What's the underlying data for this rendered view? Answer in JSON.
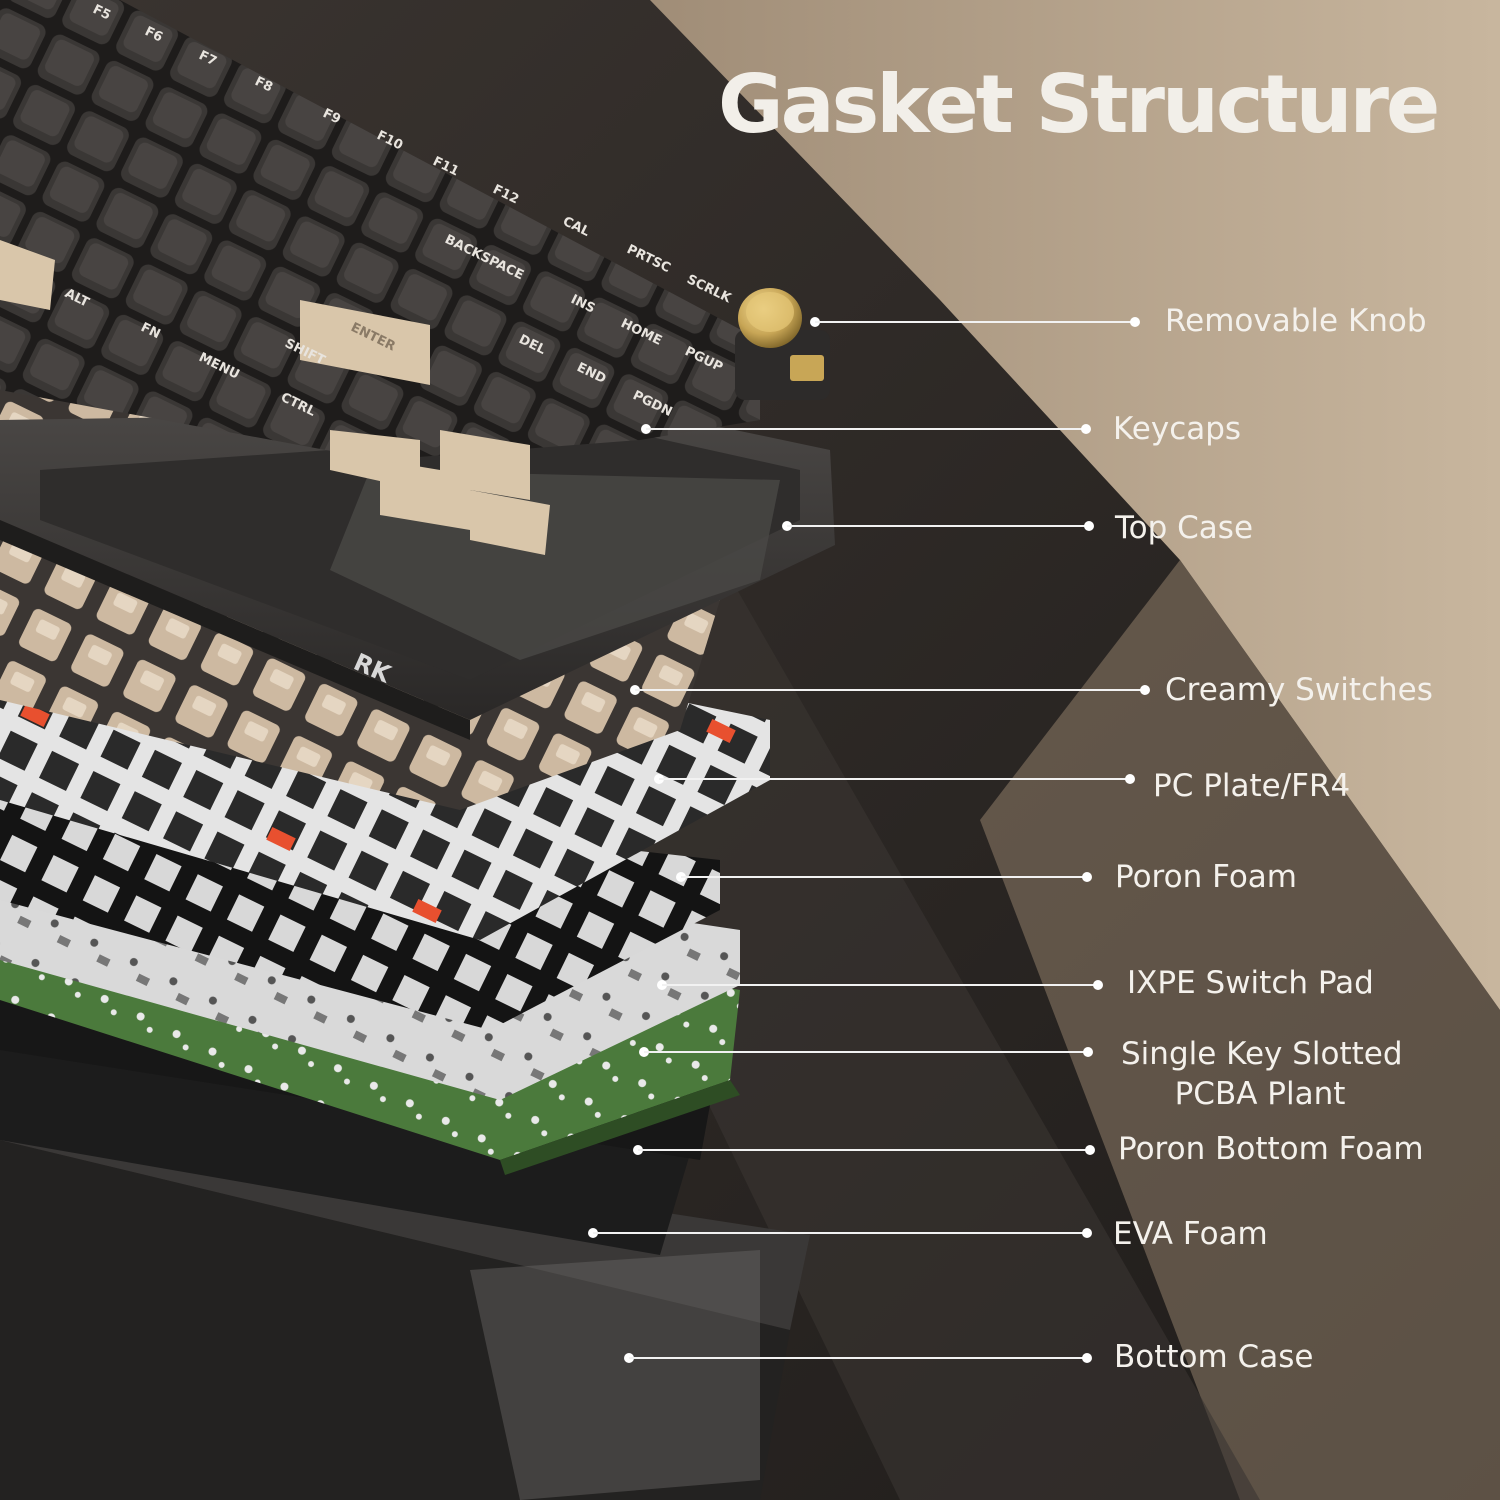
{
  "title": "Gasket Structure",
  "colors": {
    "background_dark": "#2b2724",
    "background_beige": "#b8a48c",
    "keycap_dark": "#2e2c2b",
    "keycap_cream": "#d9c6aa",
    "switch_cream": "#d6c3ab",
    "plate_white": "#e6e6e6",
    "pcb_green": "#4b7a3c",
    "foam_black": "#1a1a1a",
    "accent_red": "#e8502f",
    "knob_gold": "#c8a656",
    "text": "#f4f1ec"
  },
  "brand_mark": "RK",
  "layers": [
    {
      "name": "Removable Knob"
    },
    {
      "name": "Keycaps"
    },
    {
      "name": "Top Case"
    },
    {
      "name": "Creamy Switches"
    },
    {
      "name": "PC Plate/FR4"
    },
    {
      "name": "Poron Foam"
    },
    {
      "name": "IXPE Switch Pad"
    },
    {
      "name": "Single Key Slotted",
      "name_line2": "PCBA Plant"
    },
    {
      "name": "Poron Bottom Foam"
    },
    {
      "name": "EVA Foam"
    },
    {
      "name": "Bottom Case"
    }
  ],
  "keycap_legends": [
    "F5",
    "F6",
    "F7",
    "F8",
    "F9",
    "F10",
    "F11",
    "F12",
    "CAL",
    "BACKSPACE",
    "PRTSC",
    "SCRLK",
    "INS",
    "HOME",
    "PGUP",
    "DEL",
    "END",
    "PGDN",
    "ENTER",
    "SHIFT",
    "ALT",
    "FN",
    "MENU",
    "CTRL"
  ]
}
